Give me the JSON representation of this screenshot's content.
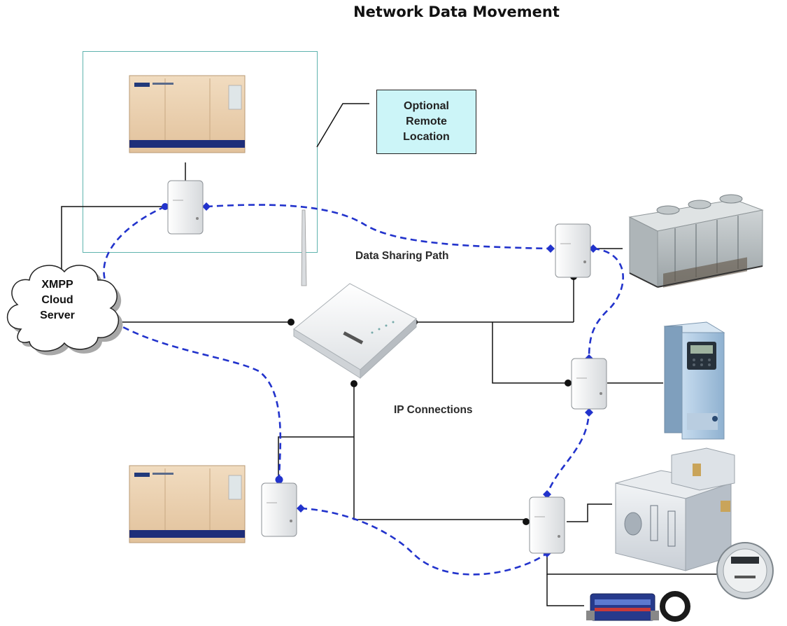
{
  "title": "Network Data Movement",
  "callout": {
    "lines": [
      "Optional",
      "Remote",
      "Location"
    ]
  },
  "labels": {
    "data_sharing_path": "Data Sharing Path",
    "ip_connections": "IP Connections"
  },
  "cloud": {
    "lines": [
      "XMPP",
      "Cloud",
      "Server"
    ]
  },
  "colors": {
    "data_path": "#2233cc",
    "ip_line": "#111111",
    "remote_box_border": "#5fb3ae",
    "callout_fill": "#ccf5f8"
  },
  "icons": [
    "generator-icon",
    "gateway-module-icon",
    "router-icon",
    "chiller-icon",
    "vfd-drive-icon",
    "air-handler-icon",
    "electric-meter-icon",
    "flow-meter-icon",
    "cloud-icon"
  ]
}
